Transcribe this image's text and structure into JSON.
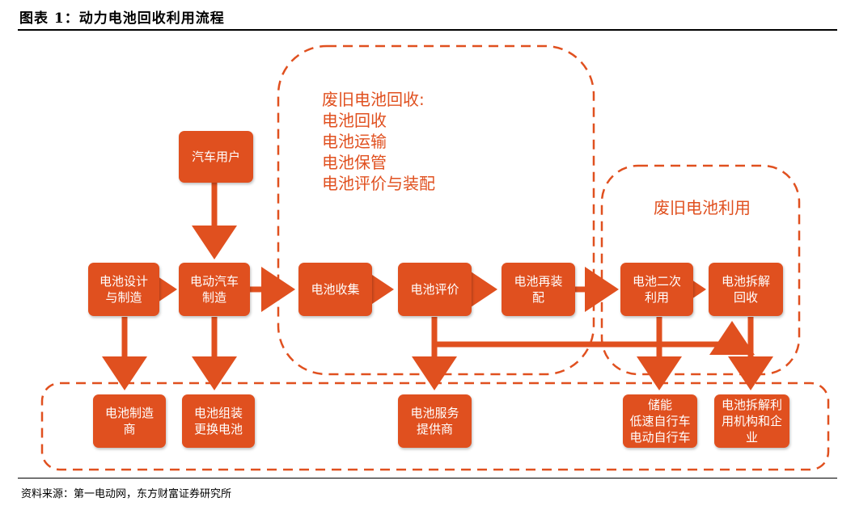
{
  "title": "图表 1：动力电池回收利用流程",
  "source": "资料来源：第一电动网，东方财富证券研究所",
  "colors": {
    "accent": "#e0501f",
    "node_text": "#ffffff"
  },
  "recycling_note": "废旧电池回收:\n电池回收\n电池运输\n电池保管\n电池评价与装配",
  "utilization_note": "废旧电池利用",
  "nodes": {
    "design": "电池设计\n与制造",
    "ev": "电动汽车\n制造",
    "user": "汽车用户",
    "collect": "电池收集",
    "evaluate": "电池评价",
    "repack": "电池再装\n配",
    "second_use": "电池二次\n利用",
    "dismantle": "电池拆解\n回收",
    "manufacturer": "电池制造\n商",
    "assembly": "电池组装\n更换电池",
    "service": "电池服务\n提供商",
    "storage": "储能\n低速自行车\n电动自行车",
    "recycler": "电池拆解利\n用机构和企\n业"
  }
}
